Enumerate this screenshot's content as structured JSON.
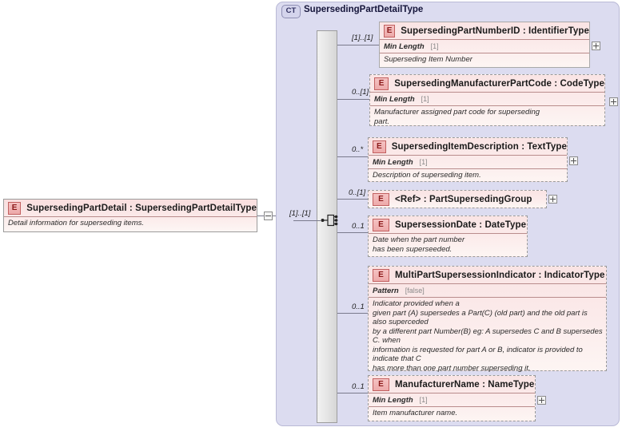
{
  "diagram": {
    "root_element": {
      "badge": "E",
      "title": "SupersedingPartDetail : SupersedingPartDetailType",
      "documentation": "Detail information for superseding items.",
      "collapse_icon": "minus-box"
    },
    "complex_type": {
      "badge": "CT",
      "title": "SupersedingPartDetailType",
      "compositor": "sequence"
    },
    "elements": [
      {
        "badge": "E",
        "title": "SupersedingPartNumberID : IdentifierType",
        "cardinality": "[1]..[1]",
        "required": true,
        "facet_name": "Min Length",
        "facet_value": "[1]",
        "documentation": "Superseding Item Number",
        "expand_icon": "plus-box"
      },
      {
        "badge": "E",
        "title": "SupersedingManufacturerPartCode : CodeType",
        "cardinality": "0..[1]",
        "required": false,
        "facet_name": "Min Length",
        "facet_value": "[1]",
        "documentation": "Manufacturer assigned part code for superseding\npart.",
        "expand_icon": "plus-box"
      },
      {
        "badge": "E",
        "title": "SupersedingItemDescription : TextType",
        "cardinality": "0..*",
        "required": false,
        "facet_name": "Min Length",
        "facet_value": "[1]",
        "documentation": "Description of superseding item.",
        "expand_icon": "plus-box"
      },
      {
        "badge": "E",
        "title": "<Ref>        : PartSupersedingGroup",
        "cardinality": "0..[1]",
        "required": false,
        "facet_name": "",
        "facet_value": "",
        "documentation": "",
        "expand_icon": "plus-box"
      },
      {
        "badge": "E",
        "title": "SupersessionDate : DateType",
        "cardinality": "0..1",
        "required": false,
        "facet_name": "",
        "facet_value": "",
        "documentation": "Date when the part number\nhas been superseeded.",
        "expand_icon": ""
      },
      {
        "badge": "E",
        "title": "MultiPartSupersessionIndicator : IndicatorType",
        "cardinality": "0..1",
        "required": false,
        "facet_name": "Pattern",
        "facet_value": "[false]",
        "documentation": "Indicator provided when a\ngiven part (A) supersedes a Part(C) (old part) and the old part is also superceded\nby a different part Number(B) eg: A supersedes C and B supersedes C. when\ninformation is requested for part A or B, indicator is provided to indicate that C\nhas more than one part number superseding it.",
        "expand_icon": ""
      },
      {
        "badge": "E",
        "title": "ManufacturerName : NameType",
        "cardinality": "0..1",
        "required": false,
        "facet_name": "Min Length",
        "facet_value": "[1]",
        "documentation": "Item manufacturer name.",
        "expand_icon": "plus-box"
      }
    ]
  },
  "colors": {
    "element_fill": "#fae4e4",
    "element_border": "#a9a9a9",
    "badge_e_fill": "#f0b5b5",
    "badge_e_text": "#8b1a1a",
    "ct_panel_fill": "#dcdcf0",
    "ct_panel_border": "#b9b9d6",
    "connector_line": "#7a7a8c",
    "sequence_bar_fill": "#e4e4e4"
  }
}
